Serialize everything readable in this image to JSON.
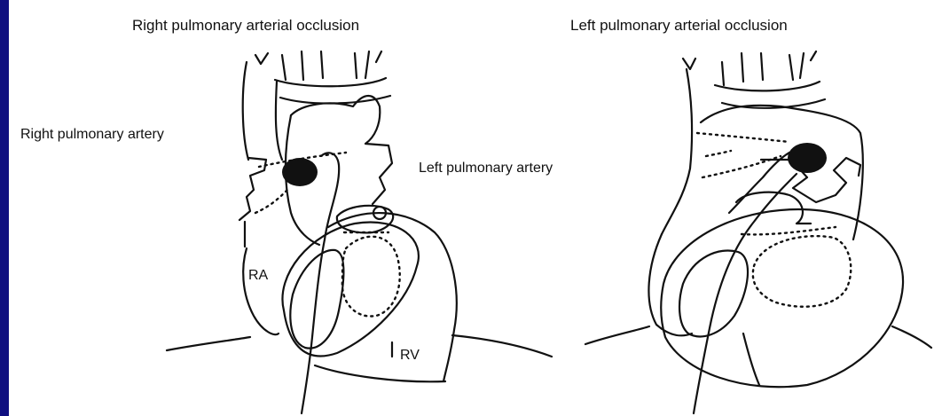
{
  "diagram": {
    "title_right_occlusion": "Right pulmonary arterial occlusion",
    "title_left_occlusion": "Left pulmonary arterial occlusion",
    "labels": {
      "right_pulmonary_artery": "Right pulmonary artery",
      "left_pulmonary_artery": "Left pulmonary artery",
      "ra": "RA",
      "rv": "RV"
    },
    "colors": {
      "frame": "#0f0f80",
      "panel": "#ffffff",
      "ink": "#111111"
    }
  }
}
